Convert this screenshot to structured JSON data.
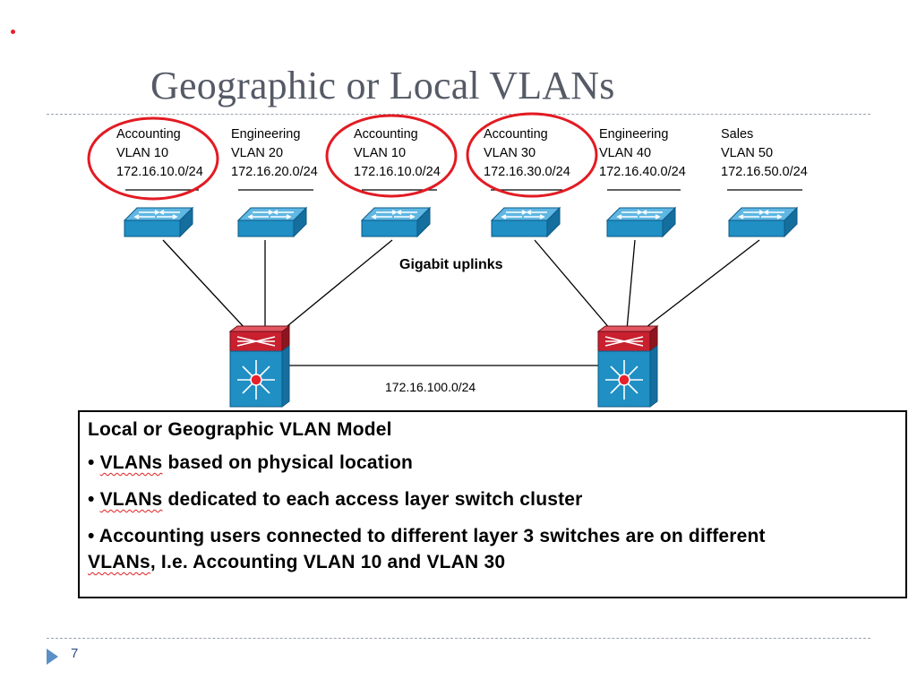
{
  "title": "Geographic or Local VLANs",
  "vlans": [
    {
      "name": "Accounting",
      "vlan": "VLAN 10",
      "subnet": "172.16.10.0/24"
    },
    {
      "name": "Engineering",
      "vlan": "VLAN 20",
      "subnet": "172.16.20.0/24"
    },
    {
      "name": "Accounting",
      "vlan": "VLAN 10",
      "subnet": "172.16.10.0/24"
    },
    {
      "name": "Accounting",
      "vlan": "VLAN 30",
      "subnet": "172.16.30.0/24"
    },
    {
      "name": "Engineering",
      "vlan": "VLAN 40",
      "subnet": "172.16.40.0/24"
    },
    {
      "name": "Sales",
      "vlan": "VLAN 50",
      "subnet": "172.16.50.0/24"
    }
  ],
  "uplinks_label": "Gigabit uplinks",
  "core_subnet": "172.16.100.0/24",
  "info": {
    "heading": "Local or Geographic VLAN Model",
    "bullet1_prefix": "• ",
    "bullet1_word": "VLANs",
    "bullet1_rest": " based on physical location",
    "bullet2_prefix": "• ",
    "bullet2_word": "VLANs",
    "bullet2_rest": " dedicated to each access layer switch cluster",
    "bullet3_line1": "• Accounting users connected to different layer 3 switches are on different",
    "bullet3_word": "VLANs",
    "bullet3_rest": ", I.e. Accounting VLAN 10 and VLAN 30"
  },
  "page_number": "7",
  "colors": {
    "highlight": "#e21b23",
    "switch_blue": "#1f8fc4",
    "router_red": "#c8202f",
    "title_gray": "#555a66"
  },
  "icons": {
    "access_switch": "workgroup-switch-icon",
    "layer3_switch": "multilayer-switch-icon"
  }
}
